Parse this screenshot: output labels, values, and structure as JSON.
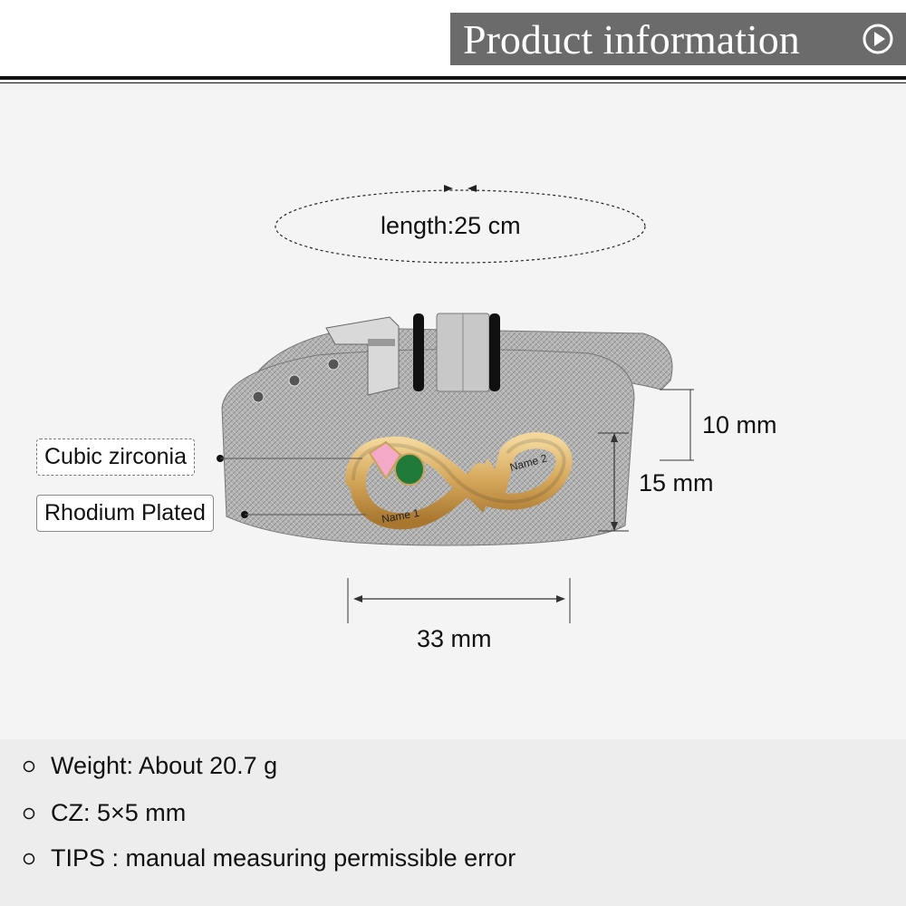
{
  "header": {
    "title": "Product information",
    "icon": "play-circle-icon"
  },
  "dimensions": {
    "length_label": "length:25 cm",
    "height_inner": "10 mm",
    "height_outer": "15 mm",
    "width": "33 mm"
  },
  "callouts": {
    "cubic_zirconia": "Cubic zirconia",
    "rhodium_plated": "Rhodium Plated"
  },
  "engraving": {
    "name1": "Name 1",
    "name2": "Name 2"
  },
  "specs": [
    {
      "icon": "hollow-circle-bullet-icon",
      "text": "Weight: About 20.7 g"
    },
    {
      "icon": "hollow-circle-bullet-icon",
      "text": "CZ: 5×5 mm"
    },
    {
      "icon": "hollow-circle-bullet-icon",
      "text": "TIPS : manual measuring permissible error"
    }
  ],
  "colors": {
    "banner": "#6b6b6b",
    "gold": "#d4a65a",
    "steel": "#a9a9a9",
    "pink_stone": "#f4a9c8",
    "green_stone": "#1f7a3a"
  }
}
